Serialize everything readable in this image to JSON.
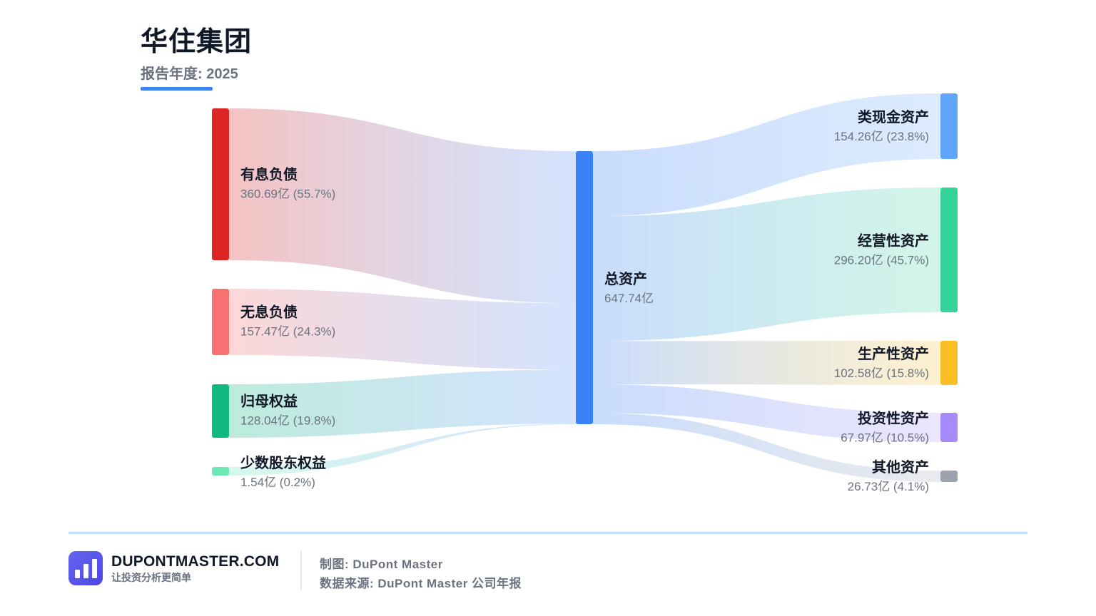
{
  "header": {
    "title": "华住集团",
    "subtitle": "报告年度: 2025"
  },
  "colors": {
    "accent": "#3b82f6",
    "footer_line": "#bfdbfe"
  },
  "sankey": {
    "sources": [
      {
        "id": "s1",
        "name": "有息负债",
        "value_text": "360.69亿 (55.7%)",
        "value": 360.69,
        "percent": 55.7,
        "color": "#dc2626"
      },
      {
        "id": "s2",
        "name": "无息负债",
        "value_text": "157.47亿 (24.3%)",
        "value": 157.47,
        "percent": 24.3,
        "color": "#f87171"
      },
      {
        "id": "s3",
        "name": "归母权益",
        "value_text": "128.04亿 (19.8%)",
        "value": 128.04,
        "percent": 19.8,
        "color": "#10b981"
      },
      {
        "id": "s4",
        "name": "少数股东权益",
        "value_text": "1.54亿 (0.2%)",
        "value": 1.54,
        "percent": 0.2,
        "color": "#6ee7b7"
      }
    ],
    "center": {
      "id": "c",
      "name": "总资产",
      "value_text": "647.74亿",
      "value": 647.74,
      "color": "#3b82f6"
    },
    "targets": [
      {
        "id": "t1",
        "name": "类现金资产",
        "value_text": "154.26亿 (23.8%)",
        "value": 154.26,
        "percent": 23.8,
        "color": "#60a5fa"
      },
      {
        "id": "t2",
        "name": "经营性资产",
        "value_text": "296.20亿 (45.7%)",
        "value": 296.2,
        "percent": 45.7,
        "color": "#34d399"
      },
      {
        "id": "t3",
        "name": "生产性资产",
        "value_text": "102.58亿 (15.8%)",
        "value": 102.58,
        "percent": 15.8,
        "color": "#fbbf24"
      },
      {
        "id": "t4",
        "name": "投资性资产",
        "value_text": "67.97亿 (10.5%)",
        "value": 67.97,
        "percent": 10.5,
        "color": "#a78bfa"
      },
      {
        "id": "t5",
        "name": "其他资产",
        "value_text": "26.73亿 (4.1%)",
        "value": 26.73,
        "percent": 4.1,
        "color": "#9ca3af"
      }
    ]
  },
  "footer": {
    "brand_name": "DUPONTMASTER.COM",
    "brand_tagline": "让投资分析更简单",
    "credit_author": "制图: DuPont Master",
    "credit_source": "数据来源: DuPont Master 公司年报"
  }
}
